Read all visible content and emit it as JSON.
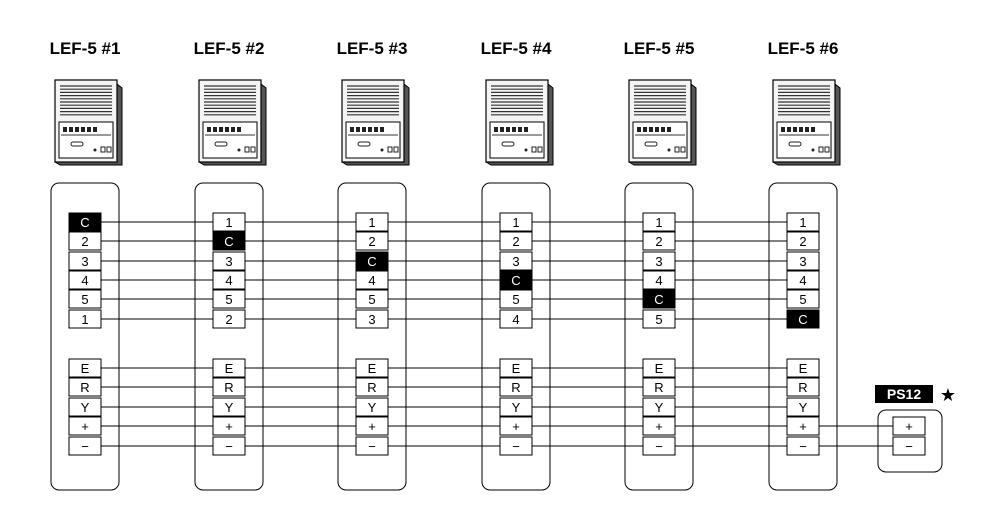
{
  "units": [
    {
      "label": "LEF-5 #1",
      "upper": [
        "C",
        "2",
        "3",
        "4",
        "5",
        "1"
      ],
      "lower": [
        "E",
        "R",
        "Y",
        "+",
        "−"
      ]
    },
    {
      "label": "LEF-5 #2",
      "upper": [
        "1",
        "C",
        "3",
        "4",
        "5",
        "2"
      ],
      "lower": [
        "E",
        "R",
        "Y",
        "+",
        "−"
      ]
    },
    {
      "label": "LEF-5 #3",
      "upper": [
        "1",
        "2",
        "C",
        "4",
        "5",
        "3"
      ],
      "lower": [
        "E",
        "R",
        "Y",
        "+",
        "−"
      ]
    },
    {
      "label": "LEF-5 #4",
      "upper": [
        "1",
        "2",
        "3",
        "C",
        "5",
        "4"
      ],
      "lower": [
        "E",
        "R",
        "Y",
        "+",
        "−"
      ]
    },
    {
      "label": "LEF-5 #5",
      "upper": [
        "1",
        "2",
        "3",
        "4",
        "C",
        "5"
      ],
      "lower": [
        "E",
        "R",
        "Y",
        "+",
        "−"
      ]
    },
    {
      "label": "LEF-5 #6",
      "upper": [
        "1",
        "2",
        "3",
        "4",
        "5",
        "C"
      ],
      "lower": [
        "E",
        "R",
        "Y",
        "+",
        "−"
      ]
    }
  ],
  "power_supply": {
    "label": "PS12",
    "marker": "★",
    "terminals": [
      "+",
      "−"
    ]
  },
  "highlight_terminal": "C",
  "colors": {
    "line": "#000000",
    "highlight_bg": "#000000",
    "highlight_fg": "#ffffff",
    "background": "#ffffff"
  }
}
